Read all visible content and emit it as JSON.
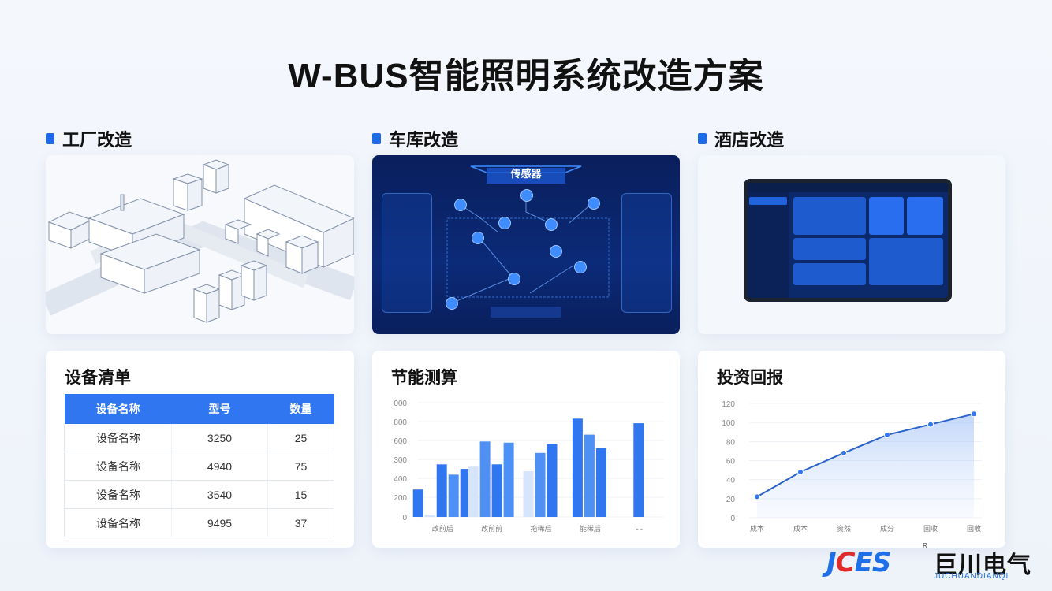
{
  "title": "W-BUS智能照明系统改造方案",
  "sections": {
    "factory": "工厂改造",
    "garage": "车库改造",
    "hotel": "酒店改造"
  },
  "garage_panel": {
    "header": "传感器"
  },
  "equipment": {
    "title": "设备清单",
    "columns": [
      "设备名称",
      "型号",
      "数量"
    ],
    "rows": [
      [
        "设备名称",
        "3250",
        "25"
      ],
      [
        "设备名称",
        "4940",
        "75"
      ],
      [
        "设备名称",
        "3540",
        "15"
      ],
      [
        "设备名称",
        "9495",
        "37"
      ]
    ]
  },
  "energy": {
    "title": "节能测算",
    "chart_data": {
      "type": "bar",
      "y_ticks": [
        "000",
        "800",
        "600",
        "300",
        "400",
        "200",
        "0"
      ],
      "categories": [
        "改前后",
        "改前前",
        "拖稀后",
        "能稀后",
        "- -"
      ],
      "values": [
        [
          240,
          20,
          460,
          370,
          420
        ],
        [
          440,
          660,
          460,
          650
        ],
        [
          400,
          560,
          640
        ],
        [
          860,
          720,
          600
        ],
        [
          820
        ]
      ],
      "colors": [
        "#2f76f0",
        "#cfe0fb",
        "#4f90f5"
      ]
    }
  },
  "roi": {
    "title": "投资回报",
    "chart_data": {
      "type": "area",
      "categories": [
        "成本",
        "成本",
        "资然",
        "成分",
        "回收",
        "回收"
      ],
      "values": [
        22,
        48,
        68,
        87,
        98,
        109
      ],
      "y_ticks": [
        "120",
        "100",
        "80",
        "60",
        "40",
        "20",
        "0"
      ],
      "ylim": [
        0,
        120
      ]
    }
  },
  "logo": {
    "mark_a": "J",
    "mark_b": "C",
    "mark_c": "ES",
    "cn": "巨川电气",
    "en": "JUCHUANDIANQI",
    "reg": "R"
  }
}
